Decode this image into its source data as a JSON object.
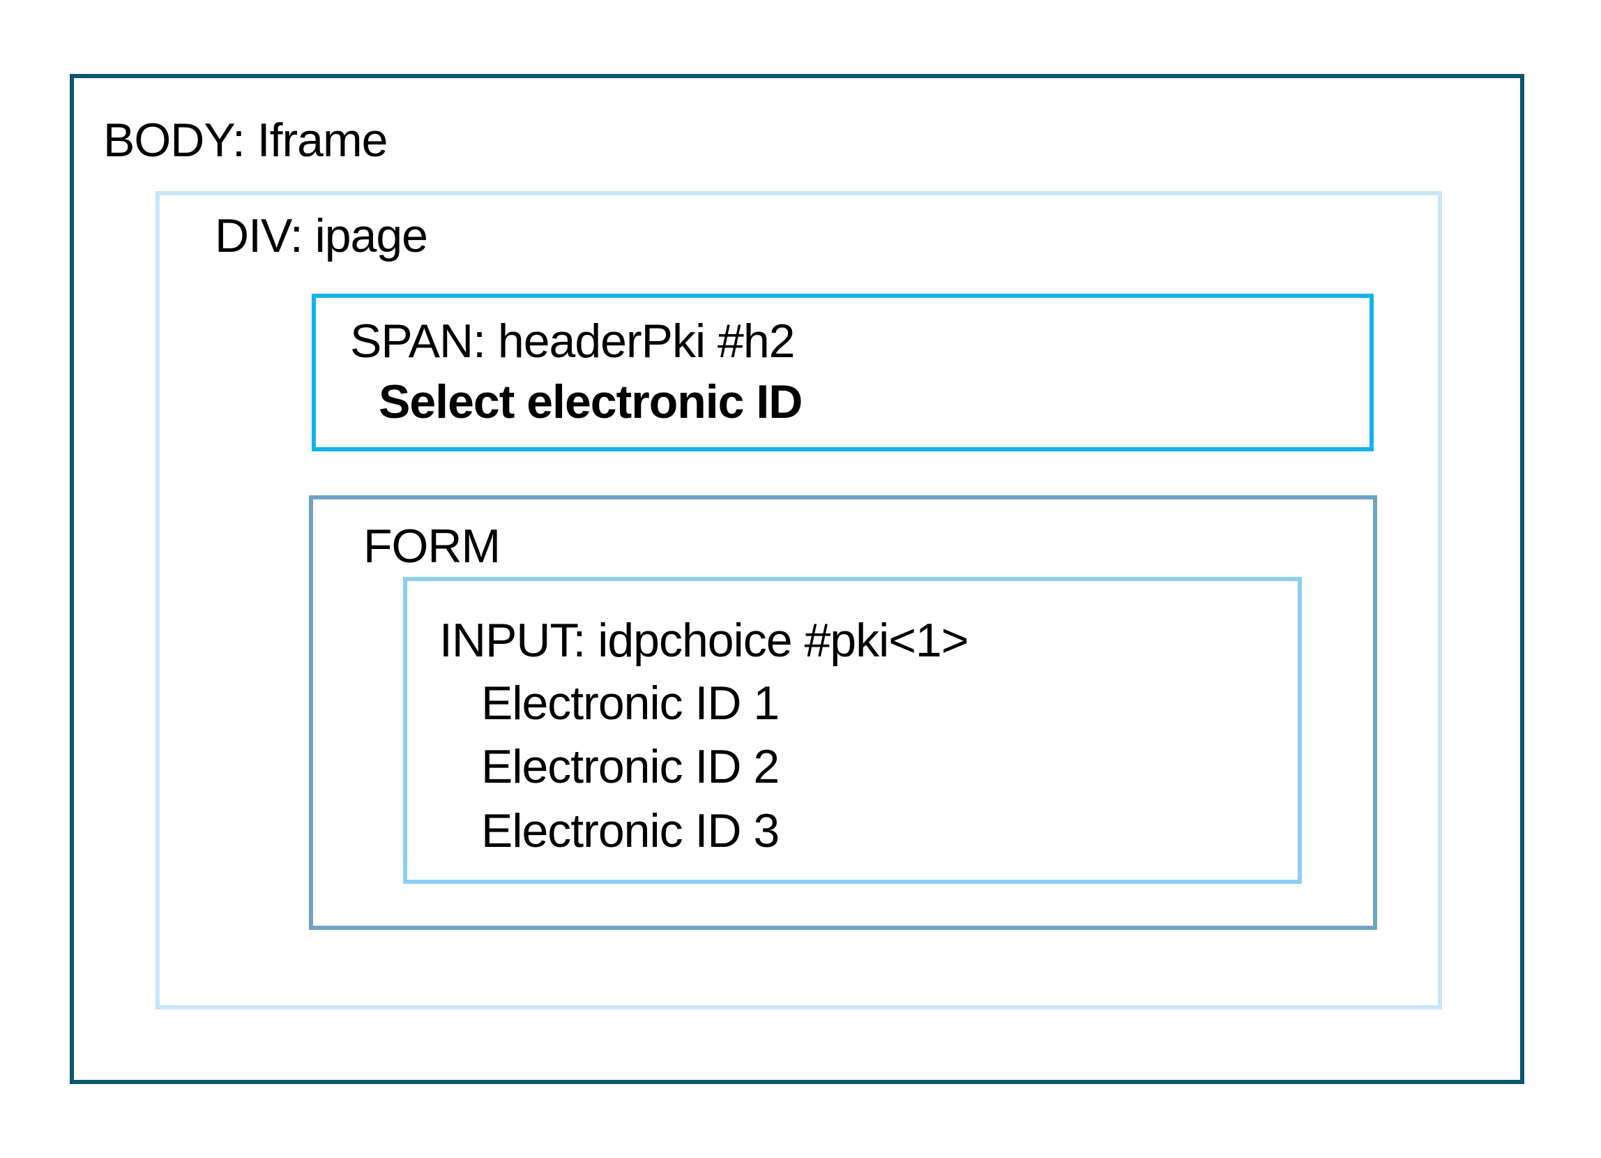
{
  "diagram": {
    "body_iframe": {
      "label": "BODY: Iframe"
    },
    "ipage_div": {
      "label": "DIV: ipage"
    },
    "headerpki_span": {
      "label": "SPAN: headerPki #h2",
      "text": "Select electronic ID"
    },
    "form": {
      "label": "FORM"
    },
    "idpchoice_input": {
      "label": "INPUT: idpchoice #pki<1>",
      "options": [
        "Electronic ID 1",
        "Electronic ID 2",
        "Electronic ID 3"
      ]
    }
  },
  "colors": {
    "color-body-border": "#0A566F",
    "color-div-border": "#C9E5F8",
    "color-span-border": "#12B2EC",
    "color-form-border": "#70A3C4",
    "color-input-border": "#8ECEF1",
    "color-text": "#000000",
    "color-background": "#FFFFFF"
  }
}
